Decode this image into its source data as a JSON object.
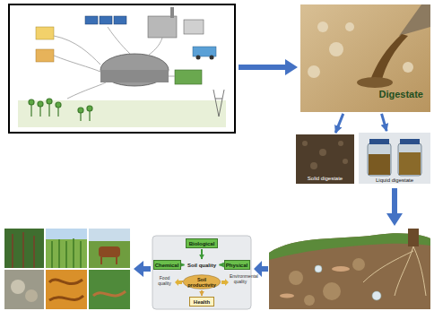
{
  "diagram": {
    "nodes": [
      {
        "text": [
          "Digestate"
        ]
      },
      {
        "text": [
          "Solid digestate"
        ]
      },
      {
        "text": [
          "Liquid digestate"
        ]
      },
      {
        "text": [
          "Biological"
        ]
      },
      {
        "text": [
          "Chemical"
        ]
      },
      {
        "text": [
          "Soil quality"
        ]
      },
      {
        "text": [
          "Physical"
        ]
      },
      {
        "text": [
          "Soil productivity"
        ]
      },
      {
        "text": [
          "Health"
        ]
      }
    ],
    "edges": [
      {
        "from": 0,
        "to": 1,
        "arrow": "to"
      },
      {
        "from": 0,
        "to": 2,
        "arrow": "to"
      },
      {
        "from": 3,
        "to": 5,
        "arrow": "to"
      },
      {
        "from": 4,
        "to": 5,
        "arrow": "to"
      },
      {
        "from": 6,
        "to": 5,
        "arrow": "to"
      },
      {
        "from": 7,
        "to": 8,
        "arrow": "to"
      }
    ],
    "labels": [
      "Food quality",
      "Environmental quality"
    ]
  }
}
